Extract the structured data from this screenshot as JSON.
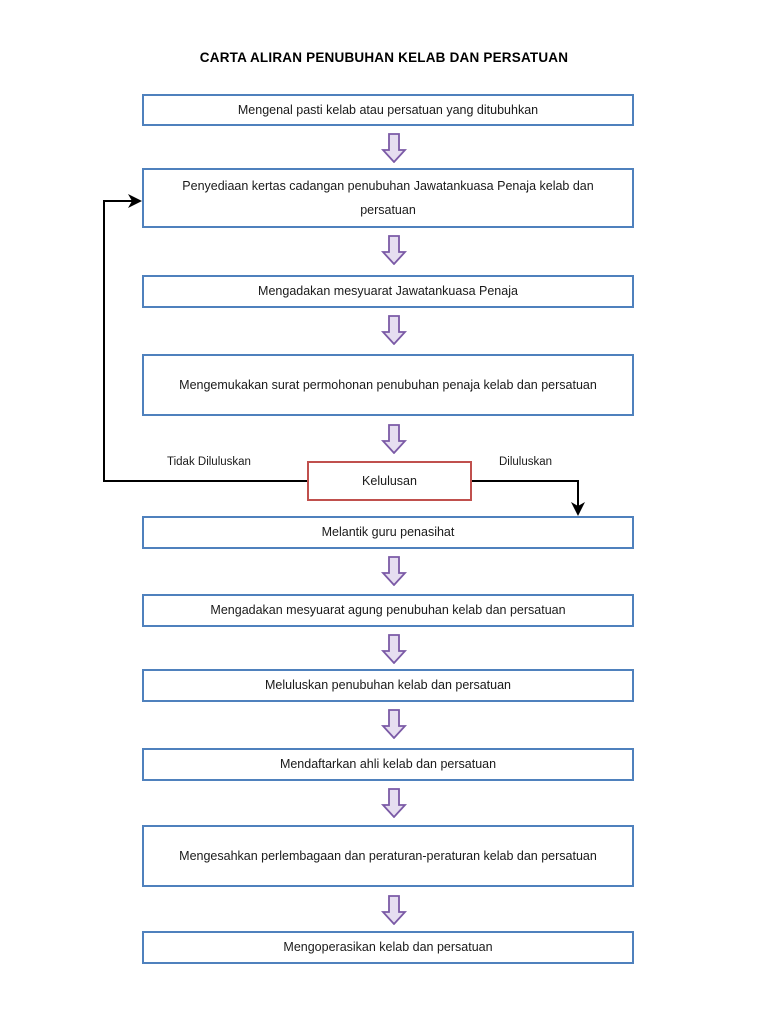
{
  "title": "CARTA ALIRAN PENUBUHAN KELAB DAN PERSATUAN",
  "colors": {
    "process_border": "#4f81bd",
    "decision_border": "#c0504d",
    "arrow_stroke": "#7b5aa6",
    "arrow_fill": "#e6def0",
    "connector": "#000000",
    "background": "#ffffff",
    "text": "#1a1a1a"
  },
  "nodes": [
    {
      "id": "n1",
      "type": "process",
      "label": "Mengenal pasti kelab atau persatuan yang ditubuhkan"
    },
    {
      "id": "n2",
      "type": "process",
      "label": "Penyediaan kertas cadangan penubuhan Jawatankuasa Penaja kelab dan persatuan"
    },
    {
      "id": "n3",
      "type": "process",
      "label": "Mengadakan mesyuarat Jawatankuasa Penaja"
    },
    {
      "id": "n4",
      "type": "process",
      "label": "Mengemukakan surat permohonan penubuhan penaja kelab dan persatuan"
    },
    {
      "id": "n5",
      "type": "decision",
      "label": "Kelulusan"
    },
    {
      "id": "n6",
      "type": "process",
      "label": "Melantik guru penasihat"
    },
    {
      "id": "n7",
      "type": "process",
      "label": "Mengadakan mesyuarat agung penubuhan kelab dan persatuan"
    },
    {
      "id": "n8",
      "type": "process",
      "label": "Meluluskan penubuhan kelab dan persatuan"
    },
    {
      "id": "n9",
      "type": "process",
      "label": "Mendaftarkan ahli kelab dan persatuan"
    },
    {
      "id": "n10",
      "type": "process",
      "label": "Mengesahkan perlembagaan dan peraturan-peraturan kelab dan persatuan"
    },
    {
      "id": "n11",
      "type": "process",
      "label": "Mengoperasikan kelab dan persatuan"
    }
  ],
  "branches": {
    "reject_label": "Tidak Diluluskan",
    "approve_label": "Diluluskan"
  },
  "flow": {
    "arrow_icon": "down-block-arrow",
    "reject_target": "n2",
    "approve_target": "n6"
  },
  "chart_data": {
    "type": "flowchart",
    "title": "CARTA ALIRAN PENUBUHAN KELAB DAN PERSATUAN",
    "orientation": "top-to-bottom",
    "steps": [
      "Mengenal pasti kelab atau persatuan yang ditubuhkan",
      "Penyediaan kertas cadangan penubuhan Jawatankuasa Penaja kelab dan persatuan",
      "Mengadakan mesyuarat Jawatankuasa Penaja",
      "Mengemukakan surat permohonan penubuhan penaja kelab dan persatuan",
      "Kelulusan",
      "Melantik guru penasihat",
      "Mengadakan mesyuarat agung penubuhan kelab dan persatuan",
      "Meluluskan penubuhan kelab dan persatuan",
      "Mendaftarkan ahli kelab dan persatuan",
      "Mengesahkan perlembagaan dan peraturan-peraturan kelab dan persatuan",
      "Mengoperasikan kelab dan persatuan"
    ],
    "decision": {
      "label": "Kelulusan",
      "yes_label": "Diluluskan",
      "yes_goes_to": "Melantik guru penasihat",
      "no_label": "Tidak Diluluskan",
      "no_goes_to": "Penyediaan kertas cadangan penubuhan Jawatankuasa Penaja kelab dan persatuan"
    }
  }
}
